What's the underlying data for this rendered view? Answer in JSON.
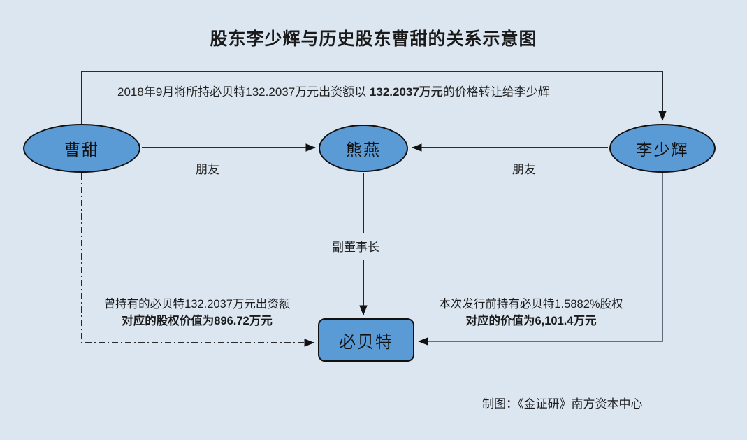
{
  "diagram": {
    "title": "股东李少辉与历史股东曹甜的关系示意图",
    "background_color": "#dce6f1",
    "node_fill_color": "#5b9bd5",
    "node_border_color": "#111111",
    "nodes": [
      {
        "id": "caotian",
        "label": "曹甜",
        "shape": "ellipse"
      },
      {
        "id": "xiongyan",
        "label": "熊燕",
        "shape": "ellipse"
      },
      {
        "id": "lishaohui",
        "label": "李少辉",
        "shape": "ellipse"
      },
      {
        "id": "bibeite",
        "label": "必贝特",
        "shape": "rounded-rect"
      }
    ],
    "edges": [
      {
        "id": "transfer",
        "from": "caotian",
        "to": "lishaohui",
        "style": "solid",
        "label_plain": "2018年9月将所持必贝特132.2037万元出资额以 ",
        "label_bold": "132.2037万元",
        "label_tail": "的价格转让给李少辉"
      },
      {
        "id": "friend-left",
        "from": "caotian",
        "to": "xiongyan",
        "style": "solid",
        "label": "朋友"
      },
      {
        "id": "friend-right",
        "from": "lishaohui",
        "to": "xiongyan",
        "style": "solid",
        "label": "朋友"
      },
      {
        "id": "vice-chairman",
        "from": "xiongyan",
        "to": "bibeite",
        "style": "solid",
        "label": "副董事长"
      },
      {
        "id": "former-holding",
        "from": "caotian",
        "to": "bibeite",
        "style": "dash-dot",
        "label_line1": "曾持有的必贝特132.2037万元出资额",
        "label_line2": "对应的股权价值为896.72万元"
      },
      {
        "id": "current-holding",
        "from": "lishaohui",
        "to": "bibeite",
        "style": "solid",
        "label_line1": "本次发行前持有必贝特1.5882%股权",
        "label_line2": "对应的价值为6,101.4万元"
      }
    ],
    "credit": "制图：《金证研》南方资本中心"
  }
}
